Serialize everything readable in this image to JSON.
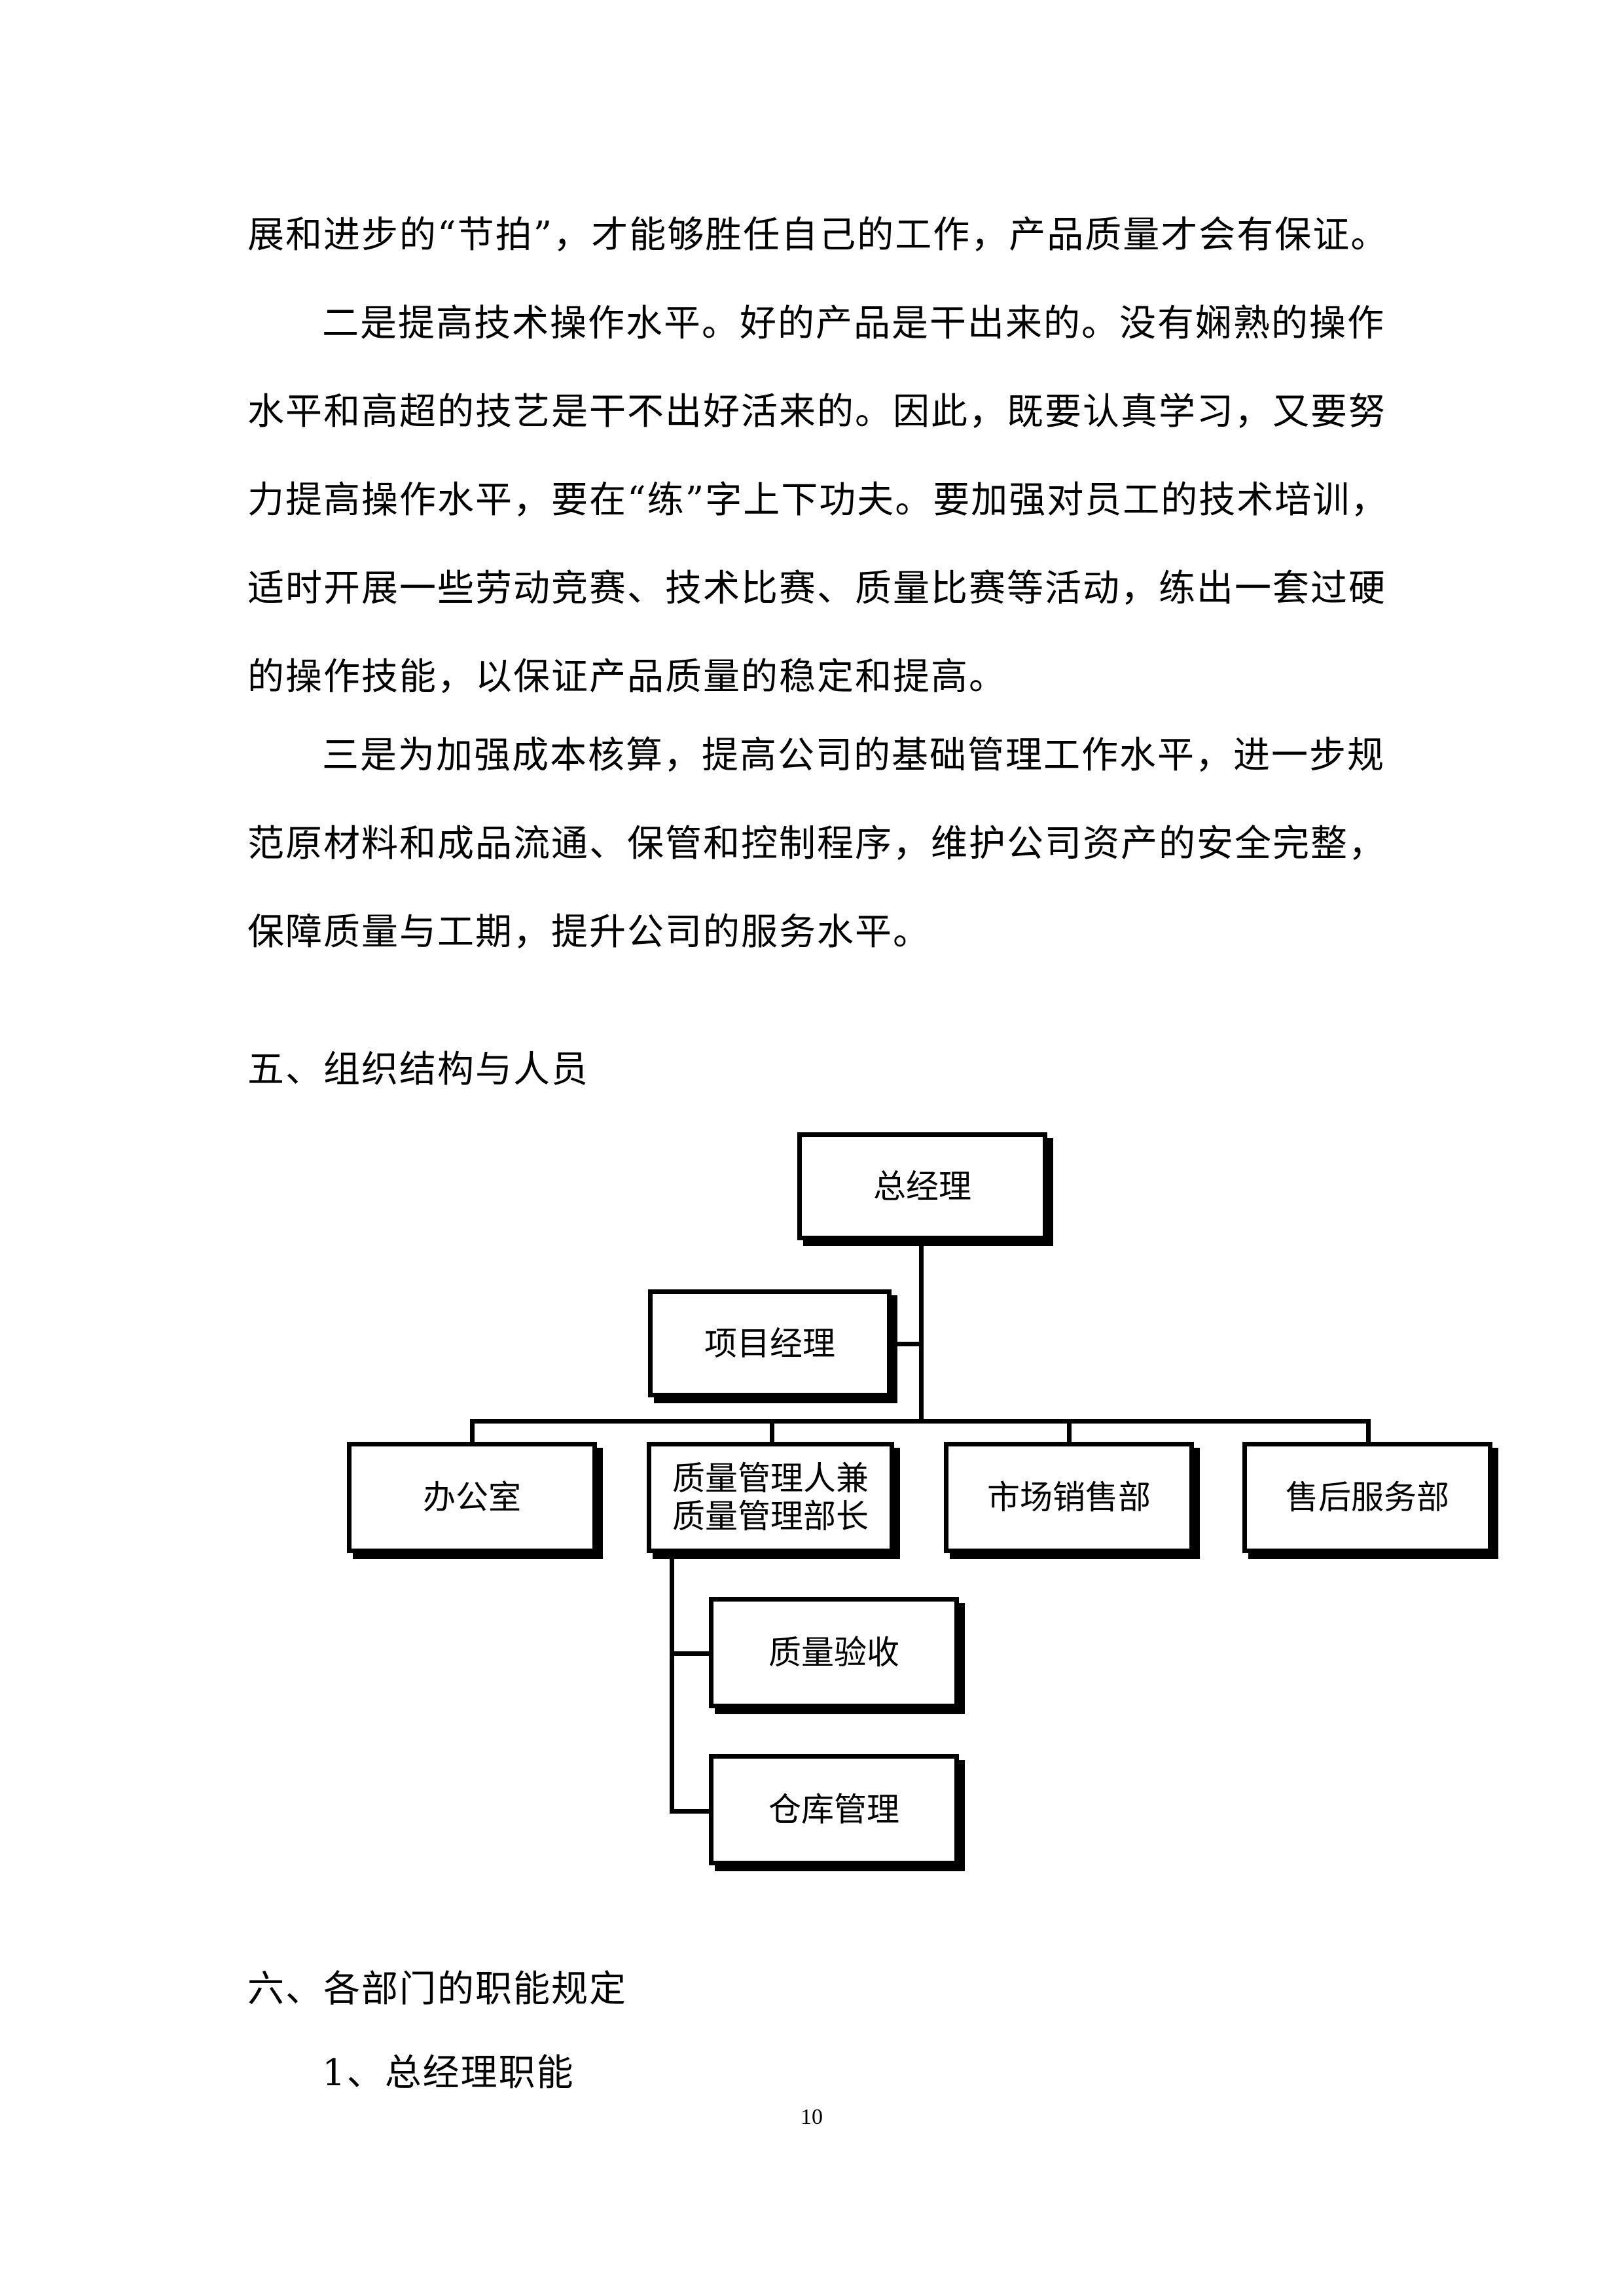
{
  "paragraphs": [
    {
      "lines": [
        "展和进步的“节拍”，才能够胜任自己的工作，产品质量才会有保证。"
      ]
    },
    {
      "lines": [
        "二是提高技术操作水平。好的产品是干出来的。没有娴熟的操作",
        "水平和高超的技艺是干不出好活来的。因此，既要认真学习，又要努",
        "力提高操作水平，要在“练”字上下功夫。要加强对员工的技术培训，",
        "适时开展一些劳动竞赛、技术比赛、质量比赛等活动，练出一套过硬",
        "的操作技能，以保证产品质量的稳定和提高。"
      ]
    },
    {
      "lines": [
        "三是为加强成本核算，提高公司的基础管理工作水平，进一步规",
        "范原材料和成品流通、保管和控制程序，维护公司资产的安全完整，",
        "保障质量与工期，提升公司的服务水平。"
      ]
    }
  ],
  "section5": {
    "heading": "五、组织结构与人员"
  },
  "org_chart": {
    "general_manager": "总经理",
    "project_manager": "项目经理",
    "office": "办公室",
    "quality_head_line1": "质量管理人兼",
    "quality_head_line2": "质量管理部长",
    "marketing": "市场销售部",
    "after_sales": "售后服务部",
    "quality_inspection": "质量验收",
    "warehouse": "仓库管理"
  },
  "section6": {
    "heading": "六、各部门的职能规定",
    "subheading": "1、总经理职能"
  },
  "page_number": "10"
}
